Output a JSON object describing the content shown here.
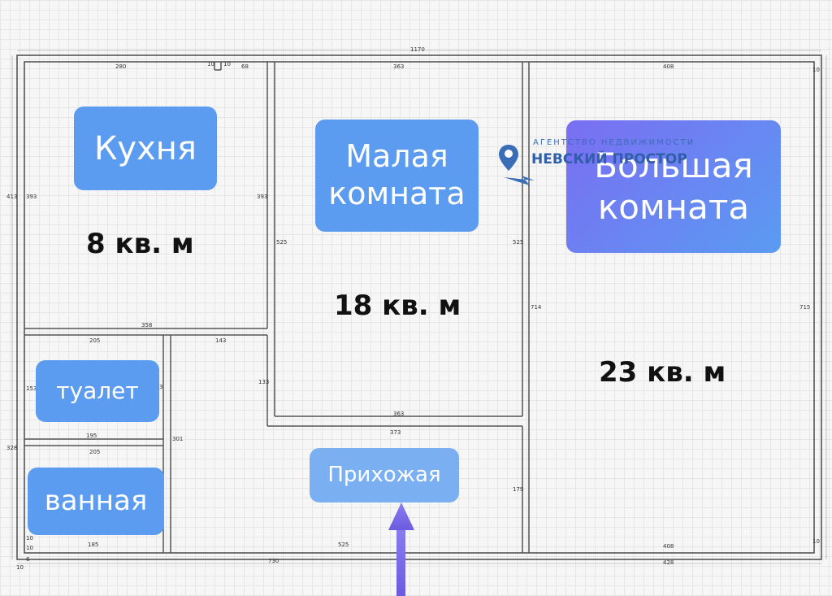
{
  "rooms": [
    {
      "id": "kitchen",
      "name": "Кухня",
      "area": "8 кв. м"
    },
    {
      "id": "small-room",
      "name": "Малая\nкомната",
      "area": "18 кв. м"
    },
    {
      "id": "big-room",
      "name": "Большая\nкомната",
      "area": "23 кв. м"
    },
    {
      "id": "toilet",
      "name": "туалет"
    },
    {
      "id": "bathroom",
      "name": "ванная"
    },
    {
      "id": "hallway",
      "name": "Прихожая"
    }
  ],
  "watermark": {
    "line1": "АГЕНТСТВО НЕДВИЖИМОСТИ",
    "line2": "НЕВСКИЙ ПРОСТОР"
  },
  "dimensions": {
    "total_width": "1170",
    "kitchen_top": "280",
    "wall_10": "10",
    "gap_10": "10",
    "gap_68": "68",
    "small_room_top": "363",
    "big_room_top": "408",
    "left_outer": "413",
    "kitchen_left": "393",
    "kitchen_right": "393",
    "small_room_left": "525",
    "small_room_right": "525",
    "big_room_left": "714",
    "big_room_right": "715",
    "kitchen_bottom": "358",
    "toilet_top": "205",
    "hall_top": "143",
    "hall_jog": "133",
    "small_room_bottom": "363",
    "toilet_left": "153",
    "toilet_right": "3",
    "toilet_bottom": "195",
    "hall_width": "373",
    "bath_top": "205",
    "lower_left": "328",
    "hall_left": "301",
    "hall_right": "179",
    "bath_bottom": "185",
    "hall_bottom": "525",
    "big_room_bottom": "408",
    "bottom_left_total": "730",
    "bottom_right_total": "428",
    "corner_10_a": "10",
    "corner_10_b": "10",
    "corner_6": "6",
    "corner_10_c": "10",
    "corner_10_d": "10",
    "corner_10_e": "10"
  },
  "colors": {
    "label_blue": "#5b9bf0",
    "label_purple_from": "#7a6ef2",
    "label_purple_to": "#5a9bf2",
    "hallway_label": "#7ab0f2",
    "wall": "#555555",
    "arrow": "#7b6be6"
  }
}
